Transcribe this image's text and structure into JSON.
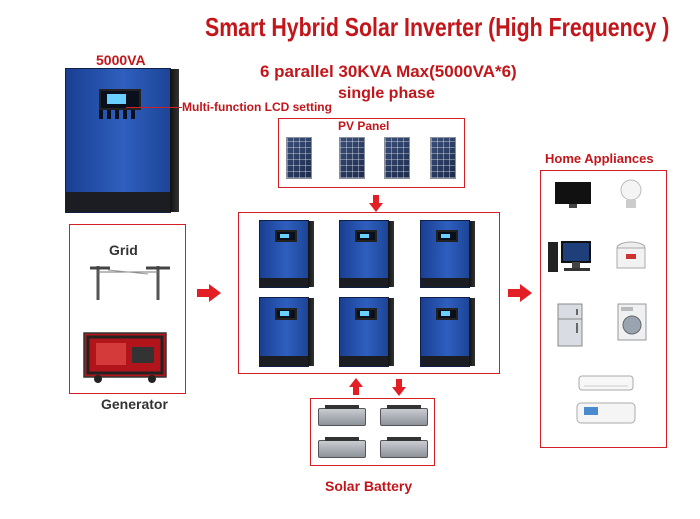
{
  "title": "Smart Hybrid Solar Inverter (High Frequency )",
  "subtitle_line1": "6 parallel 30KVA Max(5000VA*6)",
  "subtitle_line2": "single phase",
  "product_label": "5000VA",
  "lcd_callout": "Multi-function LCD setting",
  "pv_panel_label": "PV Panel",
  "grid_label": "Grid",
  "generator_label": "Generator",
  "home_appliances_label": "Home Appliances",
  "solar_battery_label": "Solar Battery",
  "colors": {
    "accent_red": "#c2161b",
    "inverter_blue": "#2e5fbf",
    "arrow_red": "#e31e24"
  },
  "icons": [
    "inverter-icon",
    "solar-panel-icon",
    "power-pole-icon",
    "generator-icon",
    "tv-icon",
    "light-bulb-icon",
    "desktop-computer-icon",
    "rice-cooker-icon",
    "refrigerator-icon",
    "washing-machine-icon",
    "air-conditioner-icon",
    "battery-icon"
  ]
}
